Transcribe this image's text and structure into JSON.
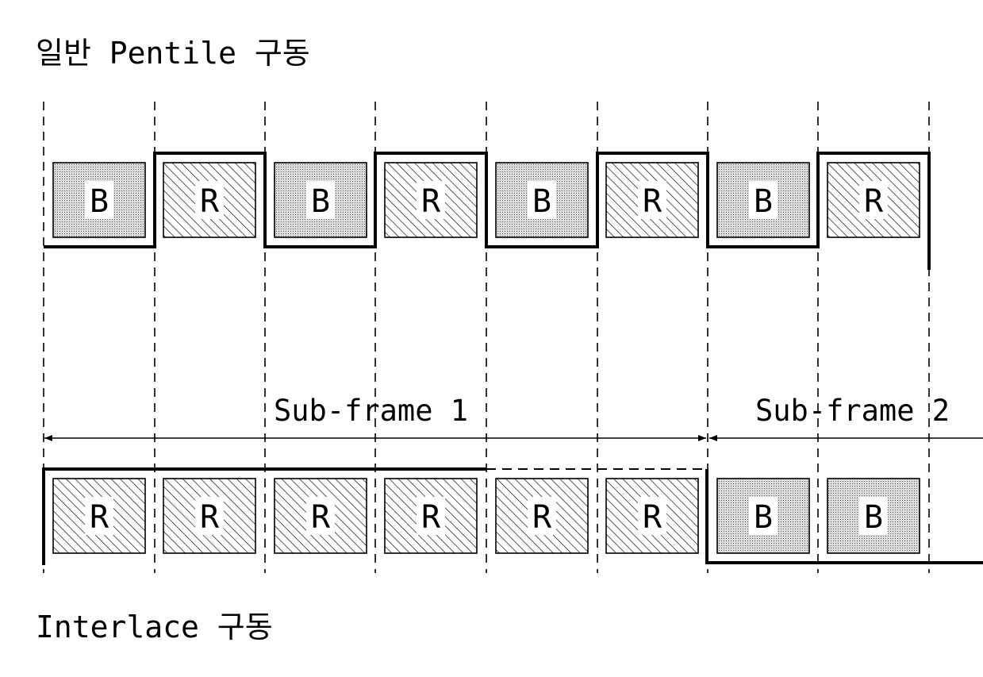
{
  "titles": {
    "top": "일반 Pentile 구동",
    "bottom": "Interlace 구동"
  },
  "subframes": [
    {
      "label": "Sub-frame 1"
    },
    {
      "label": "Sub-frame 2"
    }
  ],
  "pentile_row": [
    "B",
    "R",
    "B",
    "R",
    "B",
    "R",
    "B",
    "R"
  ],
  "interlace_row": [
    "R",
    "R",
    "R",
    "R",
    "R",
    "R",
    "B",
    "B"
  ]
}
